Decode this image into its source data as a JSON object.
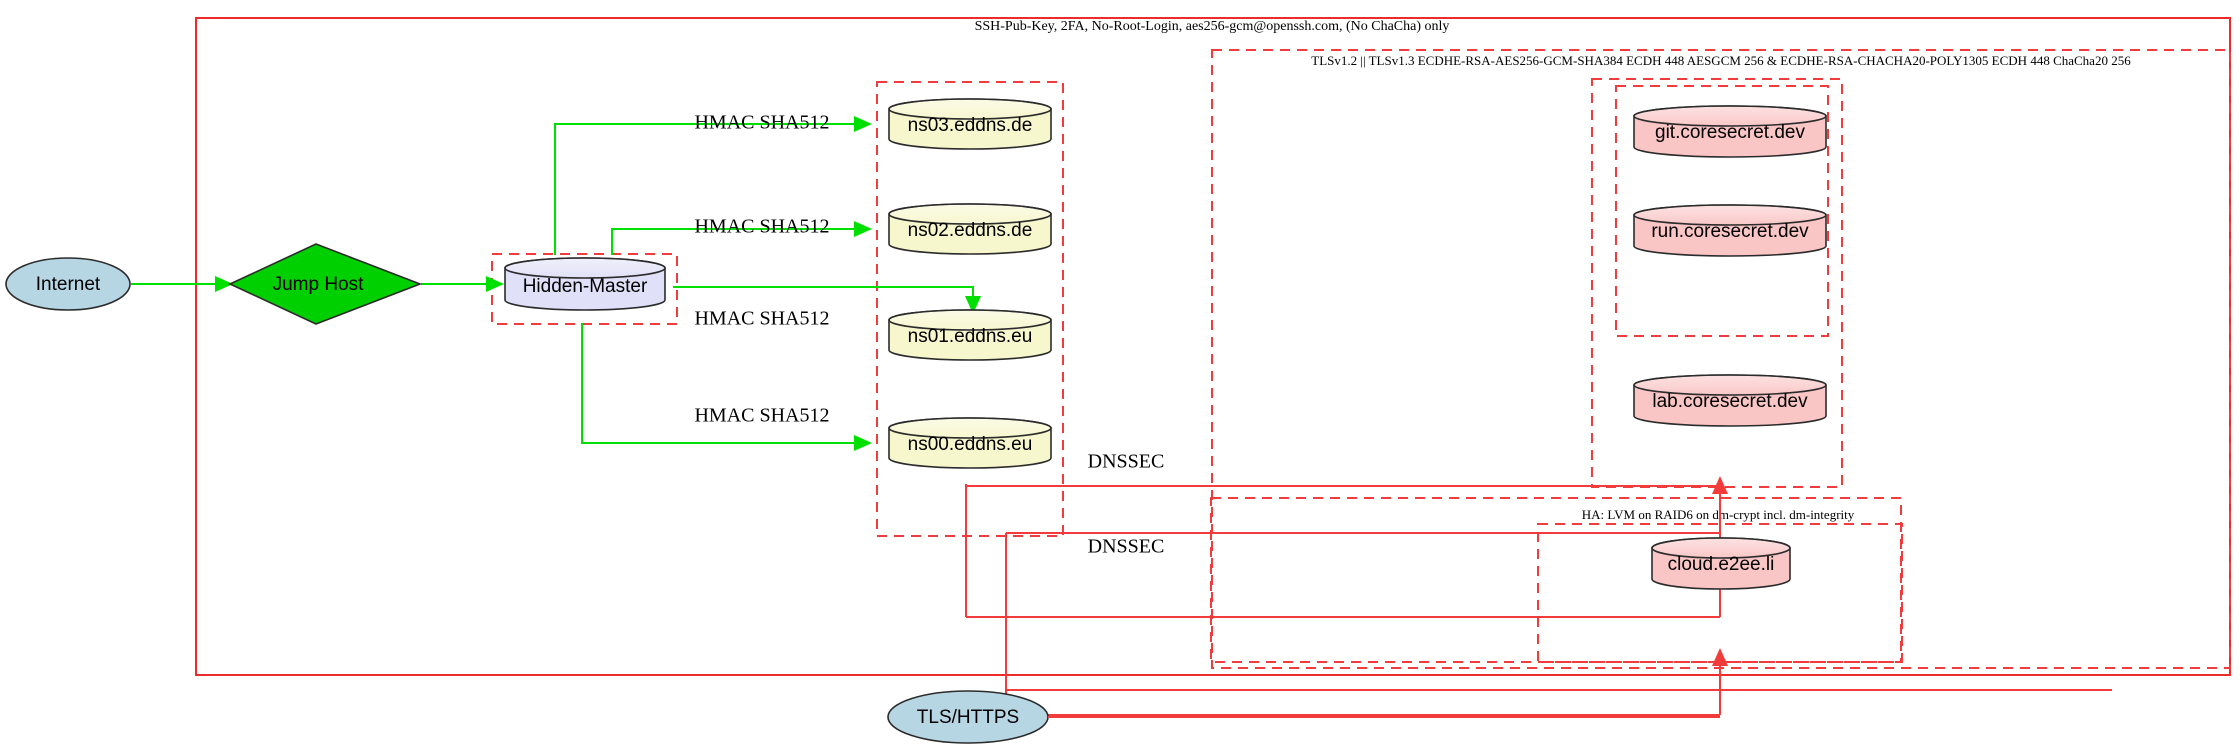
{
  "diagram": {
    "title_top": "SSH-Pub-Key, 2FA, No-Root-Login, aes256-gcm@openssh.com, (No ChaCha) only",
    "clusters": [
      {
        "id": "outer-ssh",
        "label": "SSH-Pub-Key, 2FA, No-Root-Login, aes256-gcm@openssh.com, (No ChaCha) only",
        "style": "solid",
        "color": "#ef2a2a"
      },
      {
        "id": "tls-cluster",
        "label": "TLSv1.2 || TLSv1.3 ECDHE-RSA-AES256-GCM-SHA384 ECDH 448 AESGCM 256 & ECDHE-RSA-CHACHA20-POLY1305 ECDH 448 ChaCha20 256",
        "style": "dashed",
        "color": "#f03c3c"
      },
      {
        "id": "ha-cluster",
        "label": "HA: LVM on RAID6 on dm-crypt incl. dm-integrity",
        "style": "dashed",
        "color": "#f03c3c"
      },
      {
        "id": "dns-cluster",
        "label": "",
        "style": "dashed",
        "color": "#f03c3c"
      },
      {
        "id": "hidden-master-cluster",
        "label": "",
        "style": "dashed",
        "color": "#f03c3c"
      },
      {
        "id": "coresecret-cluster-outer",
        "label": "",
        "style": "dashed",
        "color": "#f03c3c"
      },
      {
        "id": "coresecret-cluster-inner",
        "label": "",
        "style": "dashed",
        "color": "#f03c3c"
      }
    ],
    "nodes": [
      {
        "id": "internet",
        "label": "Internet",
        "shape": "ellipse",
        "fill": "#b7d6e4"
      },
      {
        "id": "jumphost",
        "label": "Jump Host",
        "shape": "diamond",
        "fill": "#00d000"
      },
      {
        "id": "hidden",
        "label": "Hidden-Master",
        "shape": "cylinder",
        "fill": "#e0e0f8"
      },
      {
        "id": "ns03",
        "label": "ns03.eddns.de",
        "shape": "cylinder",
        "fill": "#f7f7ce"
      },
      {
        "id": "ns02",
        "label": "ns02.eddns.de",
        "shape": "cylinder",
        "fill": "#f7f7ce"
      },
      {
        "id": "ns01",
        "label": "ns01.eddns.eu",
        "shape": "cylinder",
        "fill": "#f7f7ce"
      },
      {
        "id": "ns00",
        "label": "ns00.eddns.eu",
        "shape": "cylinder",
        "fill": "#f7f7ce"
      },
      {
        "id": "git",
        "label": "git.coresecret.dev",
        "shape": "cylinder",
        "fill": "#fac5c5"
      },
      {
        "id": "run",
        "label": "run.coresecret.dev",
        "shape": "cylinder",
        "fill": "#fac5c5"
      },
      {
        "id": "lab",
        "label": "lab.coresecret.dev",
        "shape": "cylinder",
        "fill": "#fac5c5"
      },
      {
        "id": "cloud",
        "label": "cloud.e2ee.li",
        "shape": "cylinder",
        "fill": "#fac5c5"
      },
      {
        "id": "tlshttps",
        "label": "TLS/HTTPS",
        "shape": "ellipse",
        "fill": "#b7d6e4"
      }
    ],
    "edges": [
      {
        "from": "internet",
        "to": "jumphost",
        "label": "",
        "color": "#00e000"
      },
      {
        "from": "jumphost",
        "to": "hidden",
        "label": "",
        "color": "#00e000"
      },
      {
        "from": "hidden",
        "to": "ns03",
        "label": "HMAC SHA512",
        "color": "#00e000"
      },
      {
        "from": "hidden",
        "to": "ns02",
        "label": "HMAC SHA512",
        "color": "#00e000"
      },
      {
        "from": "hidden",
        "to": "ns01",
        "label": "HMAC SHA512",
        "color": "#00e000"
      },
      {
        "from": "hidden",
        "to": "ns00",
        "label": "HMAC SHA512",
        "color": "#00e000"
      },
      {
        "from": "dns-cluster",
        "to": "coresecret-cluster",
        "label": "DNSSEC",
        "color": "#f23b3b"
      },
      {
        "from": "dns-cluster",
        "to": "ha-cluster",
        "label": "DNSSEC",
        "color": "#f23b3b"
      },
      {
        "from": "tlshttps",
        "to": "coresecret-cluster",
        "label": "",
        "color": "#f23b3b"
      },
      {
        "from": "tlshttps",
        "to": "ha-cluster",
        "label": "",
        "color": "#f23b3b"
      }
    ],
    "edge_labels": {
      "hmac": "HMAC SHA512",
      "dnssec": "DNSSEC"
    },
    "colors": {
      "cluster_red": "#f03c3c",
      "cluster_solid_red": "#ef2a2a",
      "edge_green": "#00e000",
      "edge_red": "#f23b3b",
      "dns_fill": "#f7f7ce",
      "service_fill": "#fac5c5",
      "master_fill": "#e0e0f8",
      "cloud_fill": "#b7d6e4",
      "jump_fill": "#00d000"
    }
  }
}
